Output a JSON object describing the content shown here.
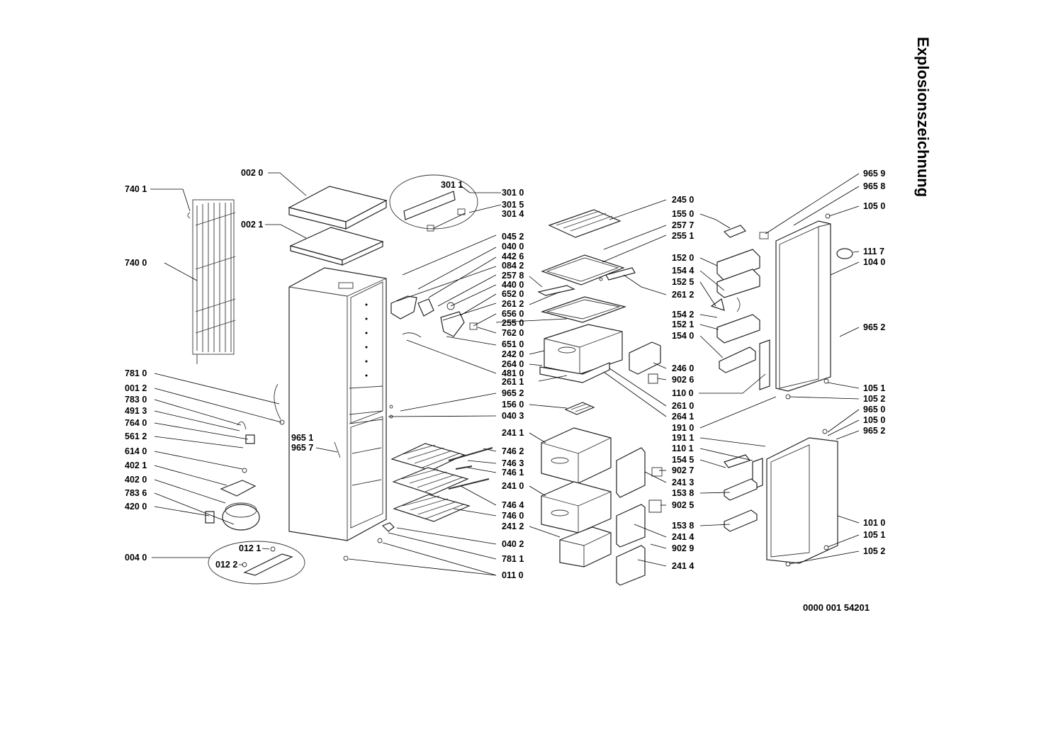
{
  "title": "Explosionszeichnung",
  "document_number": "0000 001 54201",
  "labels": {
    "l_0020": "002 0",
    "l_7401": "740 1",
    "l_0021": "002 1",
    "l_7400": "740 0",
    "l_3011": "301 1",
    "l_3010": "301 0",
    "l_3015": "301 5",
    "l_3014": "301 4",
    "l_0452": "045 2",
    "l_0400": "040 0",
    "l_4426": "442 6",
    "l_0842": "084 2",
    "l_2578": "257 8",
    "l_4400": "440 0",
    "l_6520": "652 0",
    "l_2612a": "261 2",
    "l_6560": "656 0",
    "l_2550": "255 0",
    "l_7620": "762 0",
    "l_6510": "651 0",
    "l_2420": "242 0",
    "l_2640": "264 0",
    "l_4810": "481 0",
    "l_2611": "261 1",
    "l_9652a": "965 2",
    "l_1560": "156 0",
    "l_0403": "040 3",
    "l_2450": "245 0",
    "l_2577": "257 7",
    "l_2551": "255 1",
    "l_2612b": "261 2",
    "l_1550": "155 0",
    "l_1520": "152 0",
    "l_1544": "154 4",
    "l_1525": "152 5",
    "l_1542": "154 2",
    "l_1521": "152 1",
    "l_1540": "154 0",
    "l_2460": "246 0",
    "l_9026": "902 6",
    "l_1100": "110 0",
    "l_2610": "261 0",
    "l_2641": "264 1",
    "l_1910": "191 0",
    "l_1911": "191 1",
    "l_1101": "110 1",
    "l_1545": "154 5",
    "l_9027": "902 7",
    "l_2413": "241 3",
    "l_1538a": "153 8",
    "l_9025": "902 5",
    "l_1538b": "153 8",
    "l_2414a": "241 4",
    "l_9029": "902 9",
    "l_2414b": "241 4",
    "l_9659": "965 9",
    "l_9658": "965 8",
    "l_1050a": "105 0",
    "l_1117": "111 7",
    "l_1040": "104 0",
    "l_9652b": "965 2",
    "l_1051a": "105 1",
    "l_1052a": "105 2",
    "l_9650": "965 0",
    "l_1050b": "105 0",
    "l_9652c": "965 2",
    "l_1010": "101 0",
    "l_1051b": "105 1",
    "l_1052b": "105 2",
    "l_7810": "781 0",
    "l_0012": "001 2",
    "l_7830": "783 0",
    "l_4913": "491 3",
    "l_7640": "764 0",
    "l_5612": "561 2",
    "l_6140": "614 0",
    "l_4021": "402 1",
    "l_4020": "402 0",
    "l_7836": "783 6",
    "l_4200": "420 0",
    "l_0040": "004 0",
    "l_0121": "012 1",
    "l_0122": "012 2",
    "l_9651": "965 1",
    "l_9657": "965 7",
    "l_7462": "746 2",
    "l_7463": "746 3",
    "l_7461": "746 1",
    "l_2411": "241 1",
    "l_2410": "241 0",
    "l_7464": "746 4",
    "l_7460": "746 0",
    "l_2412": "241 2",
    "l_0402": "040 2",
    "l_7811": "781 1",
    "l_0110": "011 0"
  }
}
